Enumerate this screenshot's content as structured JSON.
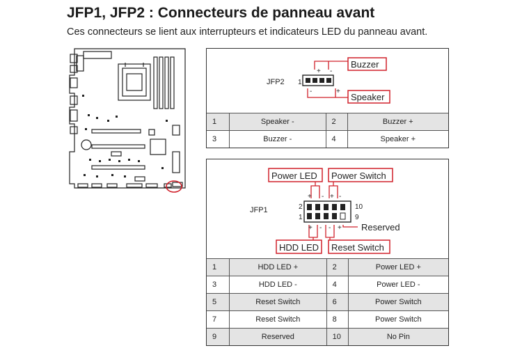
{
  "title": "JFP1, JFP2 : Connecteurs de panneau avant",
  "subtitle": "Ces connecteurs se lient aux interrupteurs et indicateurs LED du panneau avant.",
  "jfp2": {
    "name": "JFP2",
    "pin_one": "1",
    "plus": "+",
    "minus": "-",
    "buzzer_label": "Buzzer",
    "speaker_label": "Speaker",
    "rows": [
      {
        "n1": "1",
        "s1": "Speaker -",
        "n2": "2",
        "s2": "Buzzer +"
      },
      {
        "n1": "3",
        "s1": "Buzzer -",
        "n2": "4",
        "s2": "Speaker +"
      }
    ]
  },
  "jfp1": {
    "name": "JFP1",
    "pin_two": "2",
    "pin_one": "1",
    "pin_ten": "10",
    "pin_nine": "9",
    "plus": "+",
    "minus": "-",
    "power_led": "Power LED",
    "power_switch": "Power Switch",
    "hdd_led": "HDD LED",
    "reset_switch": "Reset Switch",
    "reserved": "Reserved",
    "rows": [
      {
        "n1": "1",
        "s1": "HDD LED +",
        "n2": "2",
        "s2": "Power LED +"
      },
      {
        "n1": "3",
        "s1": "HDD LED -",
        "n2": "4",
        "s2": "Power LED -"
      },
      {
        "n1": "5",
        "s1": "Reset Switch",
        "n2": "6",
        "s2": "Power Switch"
      },
      {
        "n1": "7",
        "s1": "Reset Switch",
        "n2": "8",
        "s2": "Power Switch"
      },
      {
        "n1": "9",
        "s1": "Reserved",
        "n2": "10",
        "s2": "No Pin"
      }
    ]
  },
  "colors": {
    "highlight": "#d0202a",
    "shade": "#e4e4e4",
    "ink": "#222222"
  }
}
